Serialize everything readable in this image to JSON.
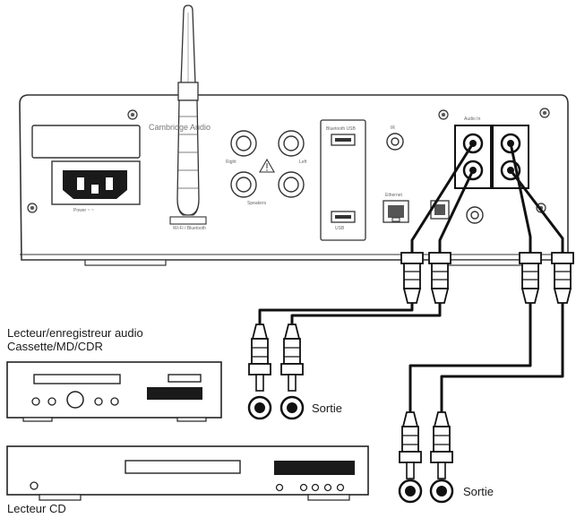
{
  "amplifier": {
    "brand": "Cambridge Audio",
    "voltage": "Power ~ ~",
    "antenna_label": "Wi-Fi / Bluetooth",
    "audio_in_label": "Audio In",
    "output_left_label": "Right",
    "output_right_label": "Left",
    "usb_top_label": "Bluetooth USB",
    "usb_bottom_label": "USB",
    "ethernet_label": "Ethernet",
    "ir_label": "IR",
    "speaker_warning": "Speakers"
  },
  "devices": {
    "recorder_label_line1": "Lecteur/enregistreur audio",
    "recorder_label_line2": "Cassette/MD/CDR",
    "cd_label": "Lecteur CD"
  },
  "outputs": {
    "recorder_output_label": "Sortie",
    "cd_output_label": "Sortie"
  }
}
